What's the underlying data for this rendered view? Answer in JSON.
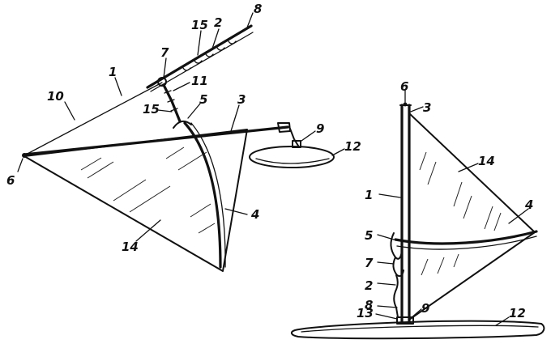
{
  "figure": {
    "left_view": {
      "labels": {
        "l1": "1",
        "l2": "2",
        "l3": "3",
        "l4": "4",
        "l5": "5",
        "l6": "6",
        "l7": "7",
        "l8": "8",
        "l9": "9",
        "l10": "10",
        "l11": "11",
        "l12": "12",
        "l14": "14",
        "l15a": "15",
        "l15b": "15"
      }
    },
    "right_view": {
      "labels": {
        "l1": "1",
        "l2": "2",
        "l3": "3",
        "l4": "4",
        "l5": "5",
        "l6": "6",
        "l7": "7",
        "l8": "8",
        "l9": "9",
        "l12": "12",
        "l13": "13",
        "l14": "14"
      }
    }
  }
}
